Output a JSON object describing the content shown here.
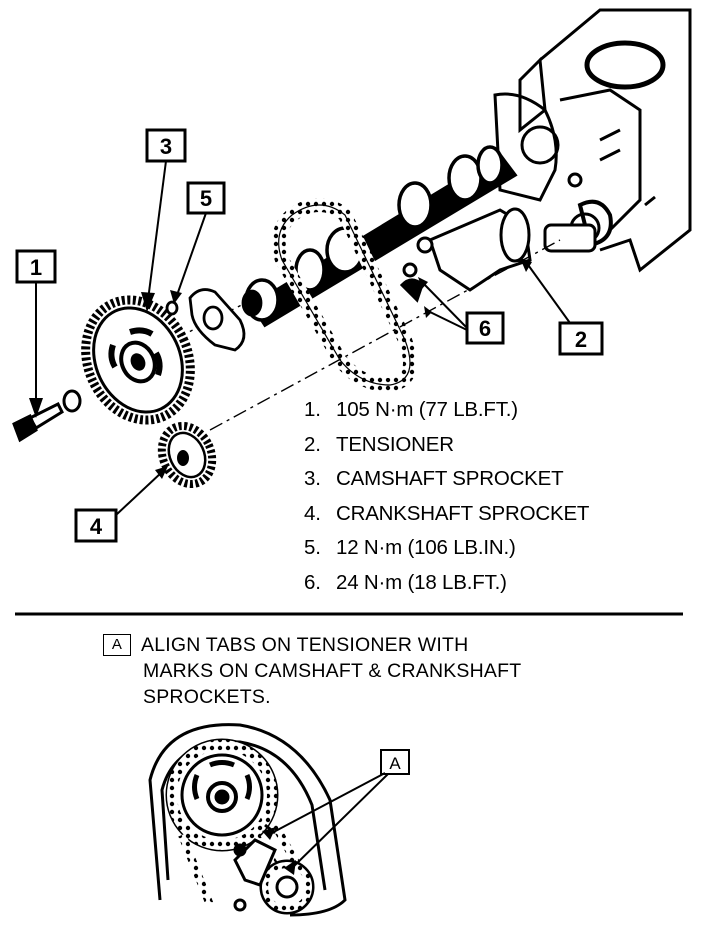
{
  "callouts": {
    "c1": "1",
    "c2": "2",
    "c3": "3",
    "c4": "4",
    "c5": "5",
    "c6": "6",
    "cA": "A"
  },
  "legend": [
    {
      "num": "1.",
      "text": "105 N·m (77 LB.FT.)"
    },
    {
      "num": "2.",
      "text": "TENSIONER"
    },
    {
      "num": "3.",
      "text": "CAMSHAFT SPROCKET"
    },
    {
      "num": "4.",
      "text": "CRANKSHAFT SPROCKET"
    },
    {
      "num": "5.",
      "text": "12 N·m (106 LB.IN.)"
    },
    {
      "num": "6.",
      "text": "24 N·m (18 LB.FT.)"
    }
  ],
  "note": {
    "badge": "A",
    "line1": "ALIGN TABS ON TENSIONER WITH",
    "line2": "MARKS ON CAMSHAFT & CRANKSHAFT",
    "line3": "SPROCKETS."
  }
}
